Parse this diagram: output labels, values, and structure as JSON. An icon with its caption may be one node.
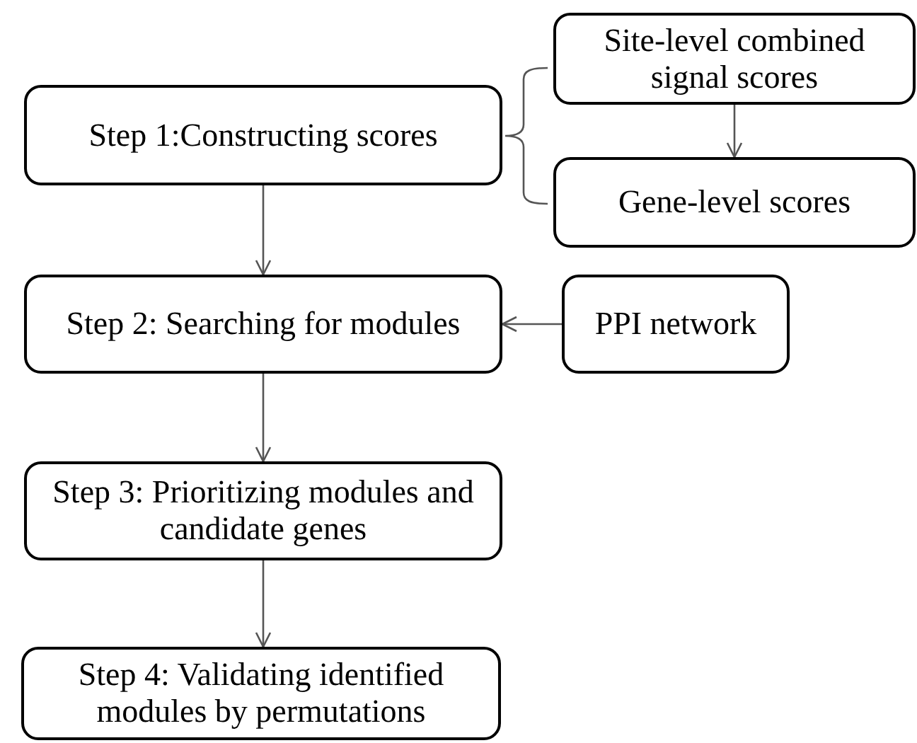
{
  "diagram": {
    "nodes": [
      {
        "text": [
          "Step 1:Constructing scores"
        ]
      },
      {
        "text": [
          "Site-level combined signal scores"
        ]
      },
      {
        "text": [
          "Gene-level scores"
        ]
      },
      {
        "text": [
          "Step 2: Searching for modules"
        ]
      },
      {
        "text": [
          "PPI network"
        ]
      },
      {
        "text": [
          "Step 3: Prioritizing modules and candidate genes"
        ]
      },
      {
        "text": [
          "Step 4: Validating identified modules by permutations"
        ]
      }
    ],
    "edges": [
      {
        "from": 1,
        "to": 2,
        "arrow": "to"
      },
      {
        "from": 0,
        "to": 3,
        "arrow": "to"
      },
      {
        "from": 4,
        "to": 3,
        "arrow": "to"
      },
      {
        "from": 3,
        "to": 5,
        "arrow": "to"
      },
      {
        "from": 5,
        "to": 6,
        "arrow": "to"
      }
    ]
  }
}
